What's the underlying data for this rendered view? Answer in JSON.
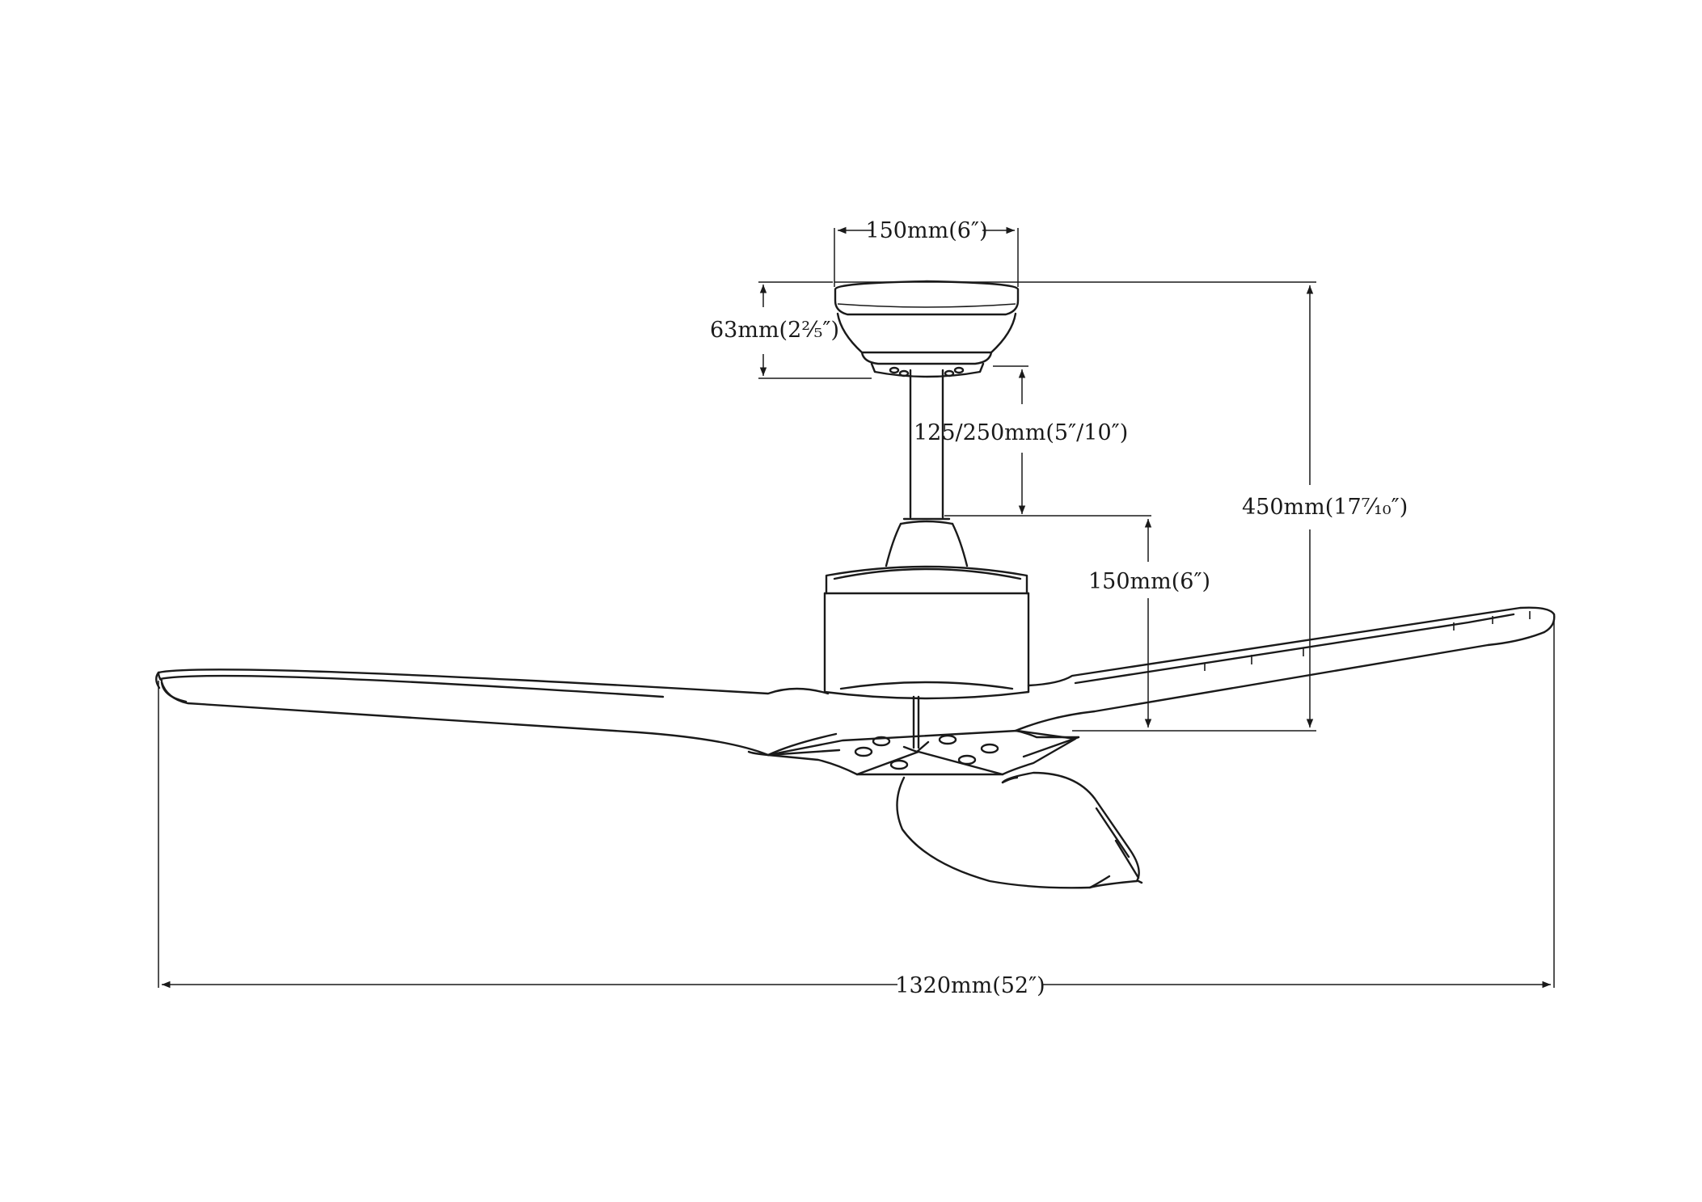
{
  "dimensions": {
    "canopy_width": "150mm(6″)",
    "canopy_height": "63mm(2²⁄₅″)",
    "downrod_length": "125/250mm(5″/10″)",
    "motor_height": "150mm(6″)",
    "total_height": "450mm(17⁷⁄₁₀″)",
    "blade_span": "1320mm(52″)"
  },
  "colors": {
    "line": "#1a1a1a",
    "background": "#ffffff"
  }
}
